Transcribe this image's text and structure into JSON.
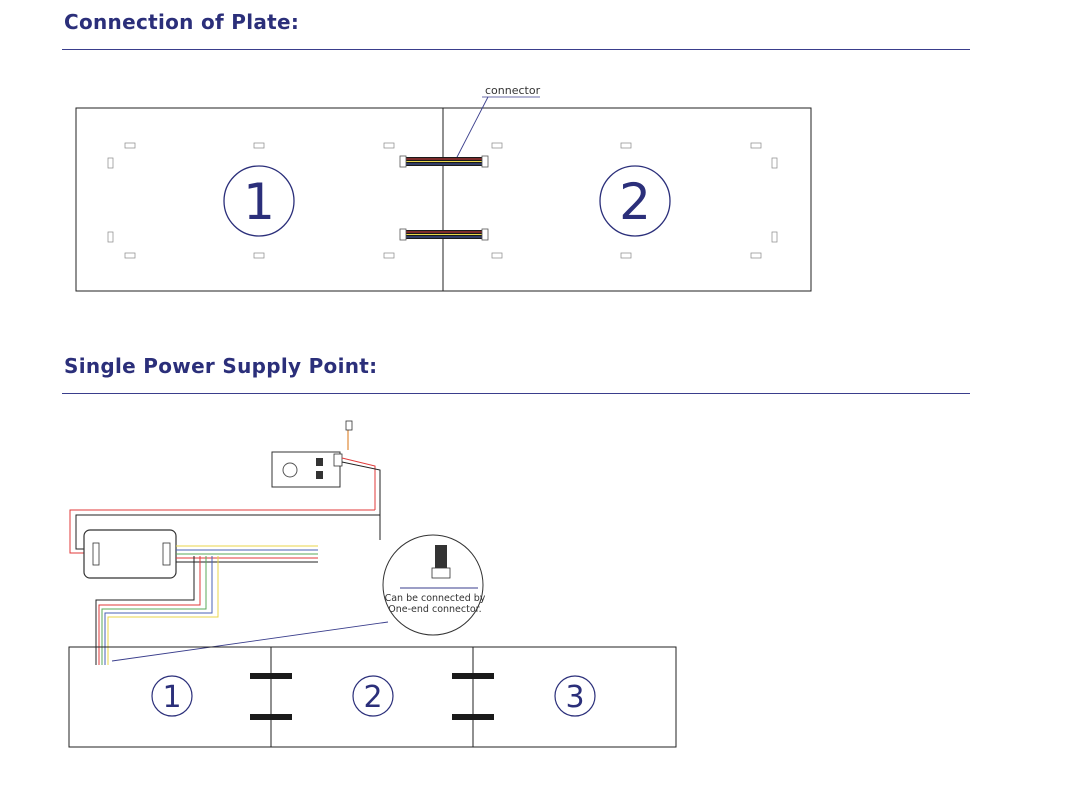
{
  "section1": {
    "title": "Connection of Plate:",
    "connector_label": "connector",
    "panels": [
      "1",
      "2"
    ]
  },
  "section2": {
    "title": "Single Power Supply Point:",
    "note_line1": "Can be connected by",
    "note_line2": "One-end connector.",
    "panels": [
      "1",
      "2",
      "3"
    ]
  },
  "colors": {
    "heading": "#2b2f7a",
    "rule": "#3a3e8c",
    "numeral": "#2b2f7a",
    "wire_red": "#e03a3a",
    "wire_yellow": "#e8d64a",
    "wire_blue": "#4a62b5",
    "wire_green": "#5aa85a",
    "wire_orange": "#e08a3a"
  }
}
